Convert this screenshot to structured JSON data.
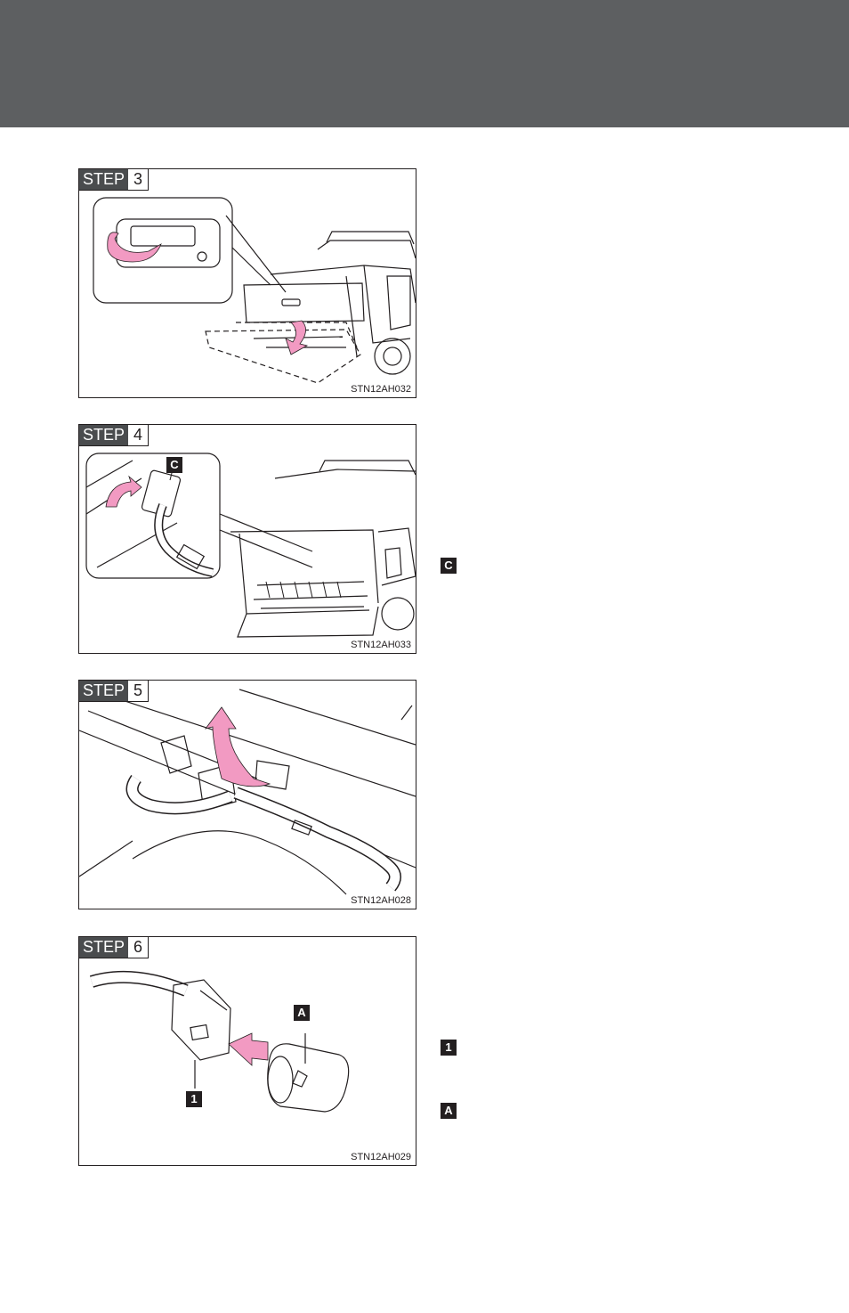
{
  "steps": [
    {
      "label": "STEP",
      "number": "3",
      "code": "STN12AH032"
    },
    {
      "label": "STEP",
      "number": "4",
      "code": "STN12AH033",
      "callout": "C"
    },
    {
      "label": "STEP",
      "number": "5",
      "code": "STN12AH028"
    },
    {
      "label": "STEP",
      "number": "6",
      "code": "STN12AH029",
      "callouts": [
        "A",
        "1"
      ]
    }
  ],
  "side_markers": [
    "C",
    "1",
    "A"
  ],
  "colors": {
    "header": "#5d5f61",
    "arrow": "#f29ac2",
    "ink": "#231f20"
  }
}
